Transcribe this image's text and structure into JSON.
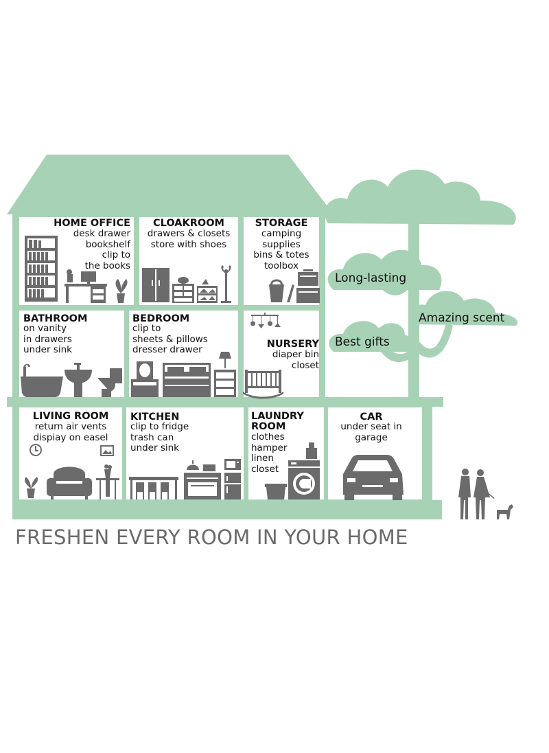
{
  "colors": {
    "house_green": "#a8d2b5",
    "icon_gray": "#6b6b6b",
    "text_dark": "#111111",
    "headline_gray": "#6a6a6a"
  },
  "rooms": {
    "home_office": {
      "title": "HOME OFFICE",
      "lines": [
        "desk drawer",
        "bookshelf",
        "clip to",
        "the books"
      ]
    },
    "cloakroom": {
      "title": "CLOAKROOM",
      "lines": [
        "drawers & closets",
        "store with shoes"
      ]
    },
    "storage": {
      "title": "STORAGE",
      "lines": [
        "camping",
        "supplies",
        "bins & totes",
        "toolbox"
      ]
    },
    "bathroom": {
      "title": "BATHROOM",
      "lines": [
        "on vanity",
        "in drawers",
        "under sink"
      ]
    },
    "bedroom": {
      "title": "BEDROOM",
      "lines": [
        "clip to",
        "sheets & pillows",
        "dresser drawer"
      ]
    },
    "nursery": {
      "title": "NURSERY",
      "lines": [
        "diaper bin",
        "closet"
      ]
    },
    "living_room": {
      "title": "LIVING ROOM",
      "lines": [
        "return air vents",
        "dispiay on easel"
      ]
    },
    "kitchen": {
      "title": "KITCHEN",
      "lines": [
        "clip to fridge",
        "trash can",
        "under sink"
      ]
    },
    "laundry_room": {
      "title": "LAUNDRY ROOM",
      "title_lines": [
        "LAUNDRY",
        "ROOM"
      ],
      "lines": [
        "clothes",
        "hamper",
        "linen",
        "closet"
      ]
    },
    "car": {
      "title": "CAR",
      "lines": [
        "under seat in",
        "garage"
      ]
    }
  },
  "features": {
    "long_lasting": "Long-lasting",
    "amazing_scent": "Amazing scent",
    "best_gifts": "Best gifts"
  },
  "headline": "FRESHEN EVERY ROOM IN YOUR HOME",
  "icons": [
    "bookshelf-icon",
    "desk-icon",
    "potted-plant-icon",
    "wardrobe-icon",
    "dresser-icon",
    "shoe-rack-icon",
    "coat-rack-icon",
    "bucket-icon",
    "toolbox-icon",
    "bathtub-icon",
    "sink-icon",
    "toilet-icon",
    "vanity-mirror-icon",
    "bed-icon",
    "nightstand-lamp-icon",
    "crib-icon",
    "baby-mobile-icon",
    "wall-clock-icon",
    "armchair-icon",
    "picture-frame-icon",
    "side-table-vase-icon",
    "dining-chairs-icon",
    "stove-icon",
    "microwave-icon",
    "refrigerator-icon",
    "laundry-basket-icon",
    "washing-machine-icon",
    "detergent-bottle-icon",
    "car-icon",
    "couple-walking-icon",
    "dog-icon",
    "tree-icon"
  ]
}
